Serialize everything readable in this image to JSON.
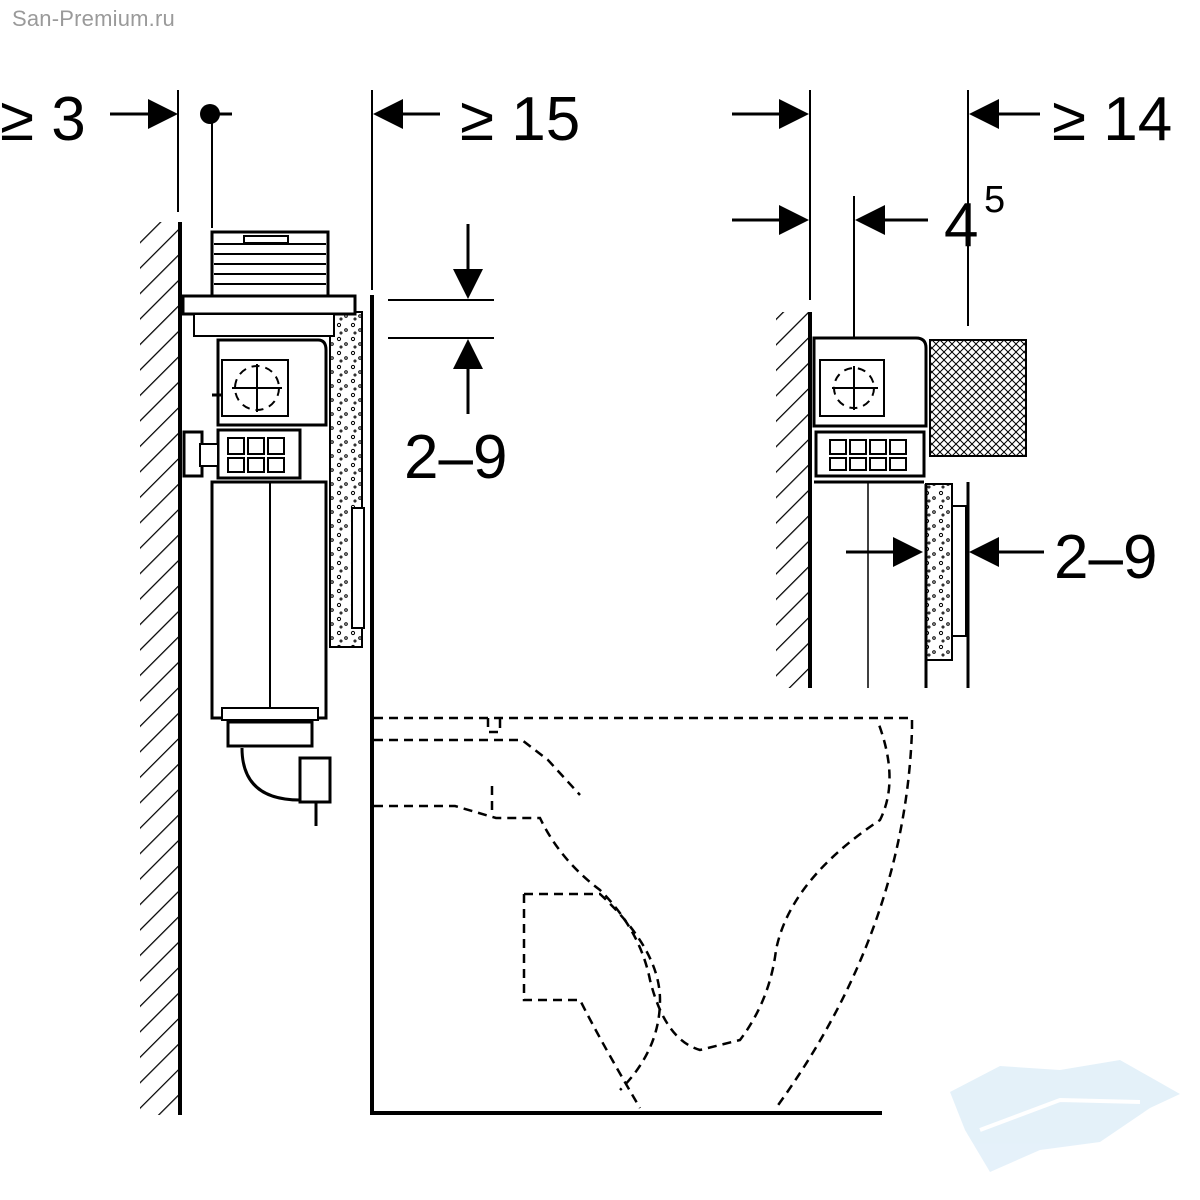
{
  "watermark": {
    "site": "San-Premium.ru"
  },
  "dimensions": {
    "left_wall_gap": "≥ 3",
    "front_clearance": "≥ 15",
    "panel_offset_left": "2–9",
    "right_top_gap": "≥ 14",
    "right_inner_base": "4",
    "right_inner_sup": "5",
    "panel_offset_right": "2–9"
  },
  "colors": {
    "line": "#000000",
    "watermark": "#9a9a9a",
    "logo": "#cfe6f5"
  }
}
